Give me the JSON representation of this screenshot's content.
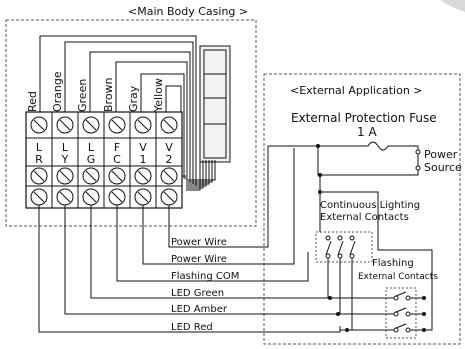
{
  "main_body": {
    "title": "<Main Body Casing  >",
    "wire_colors": [
      "Red",
      "Orange",
      "Green",
      "Brown",
      "Gray",
      "Yellow"
    ],
    "terminal_top": [
      "L",
      "L",
      "L",
      "F",
      "V",
      "V"
    ],
    "terminal_bottom": [
      "R",
      "Y",
      "G",
      "C",
      "1",
      "2"
    ]
  },
  "external": {
    "title": "<External Application >",
    "fuse_label": "External Protection Fuse",
    "fuse_rating": "1 A",
    "power_label_1": "Power",
    "power_label_2": "Source",
    "continuous_1": "Continuous Lighting",
    "continuous_2": "External Contacts",
    "flashing_1": "Flashing",
    "flashing_2": "External Contacts"
  },
  "wire_labels": [
    "Power Wire",
    "Power Wire",
    "Flashing COM",
    "LED Green",
    "LED Amber",
    "LED Red"
  ],
  "colors": {
    "line": "#111111",
    "dashed": "#555555",
    "background": "#ffffff",
    "tower_fill": "#f2f2f2"
  }
}
